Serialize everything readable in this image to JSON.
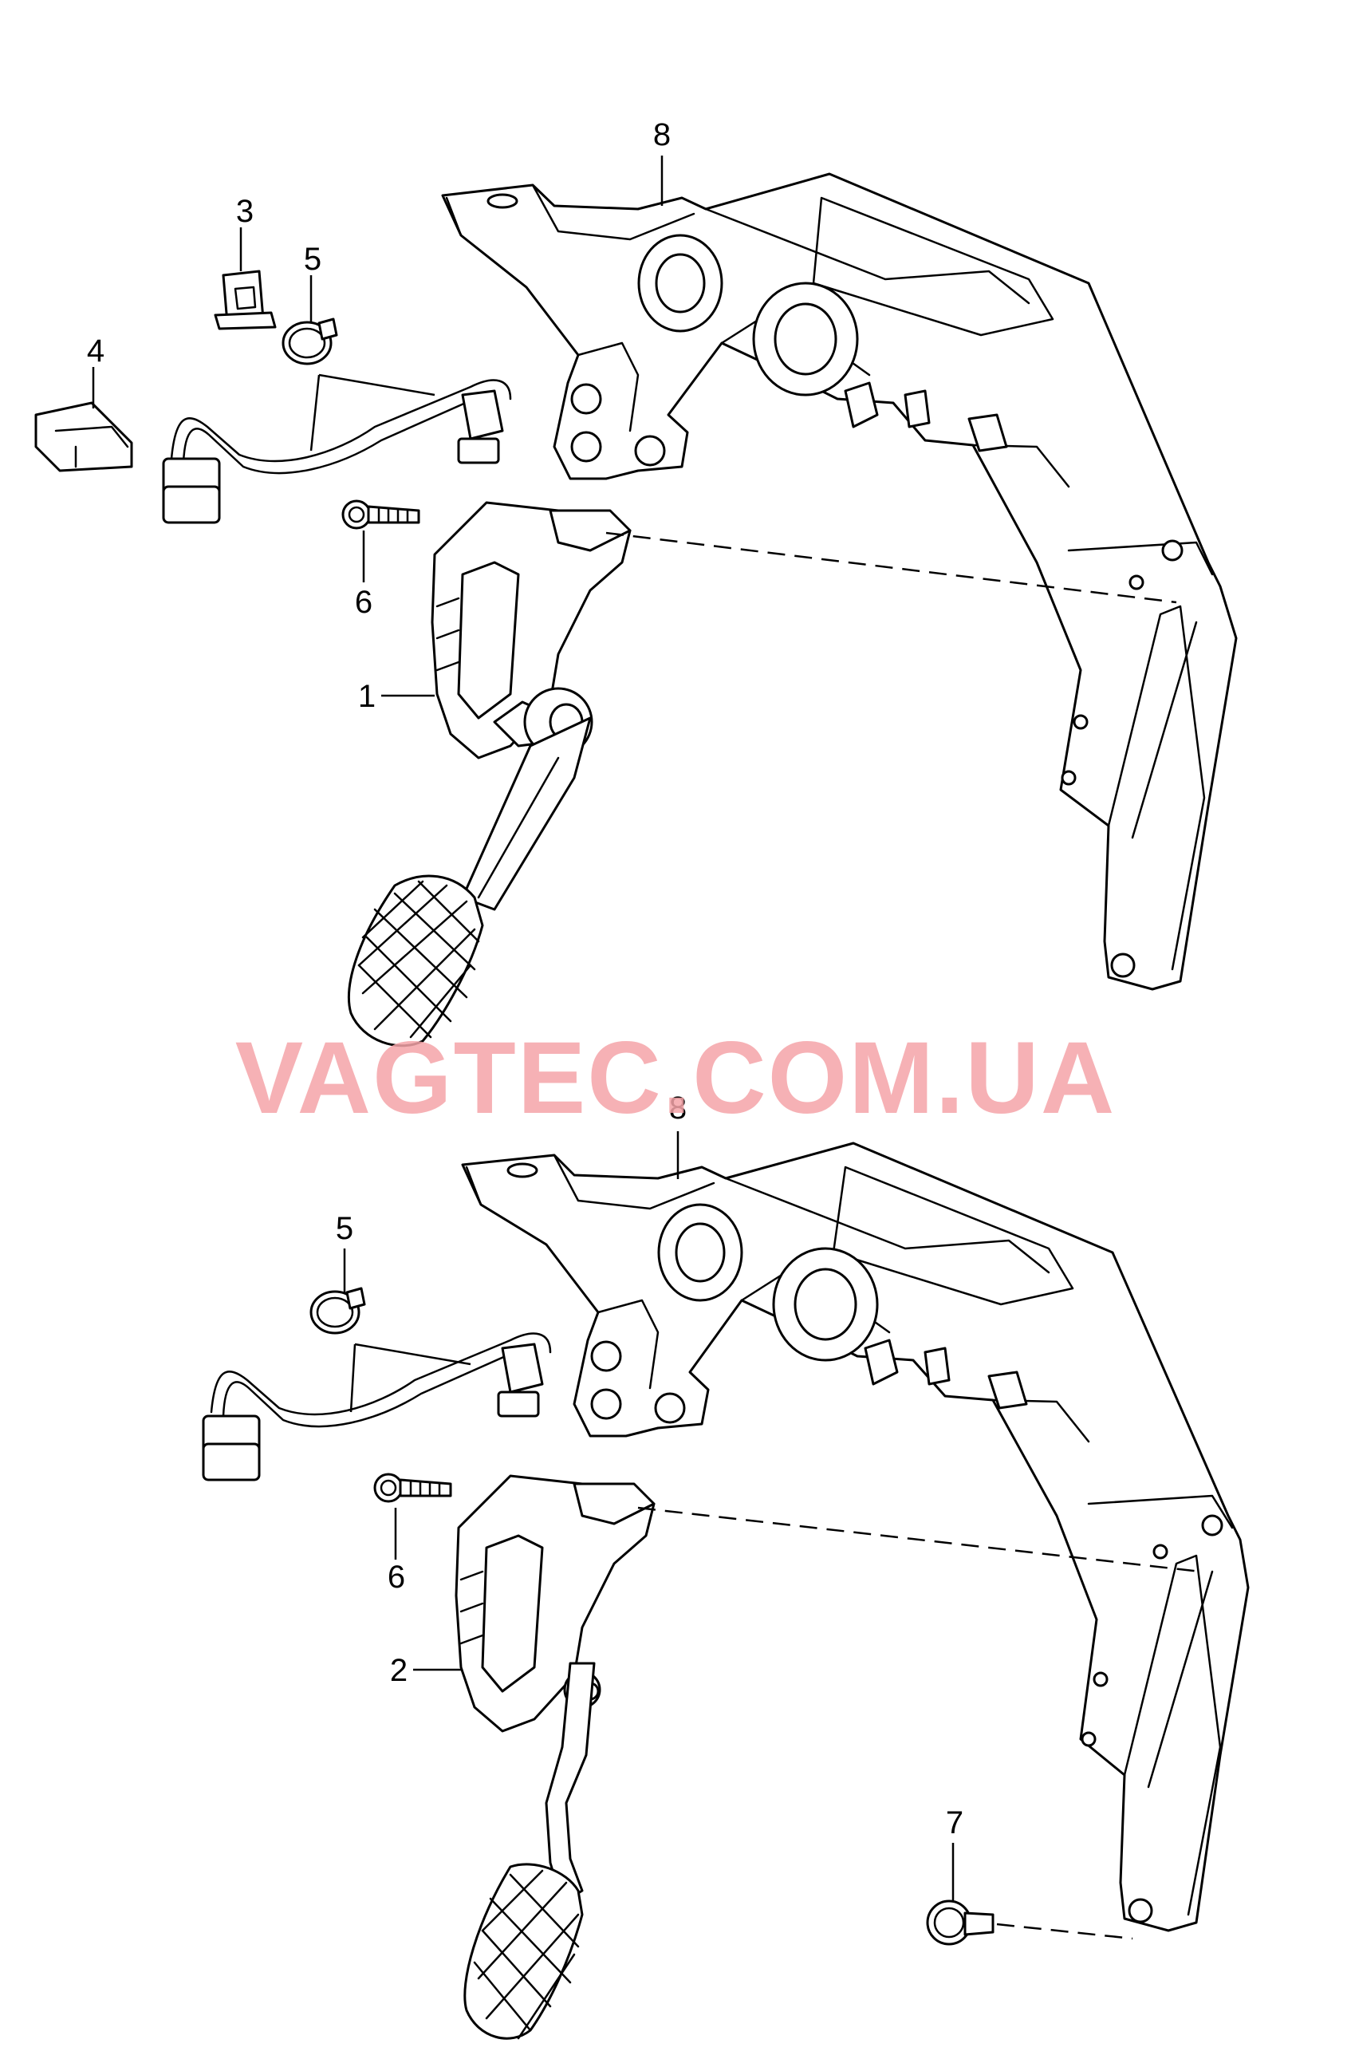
{
  "watermark": {
    "text": "VAGTEC.COM.UA",
    "color": "#f4a3a8"
  },
  "upper_assembly": {
    "callouts": {
      "pedal_module": "1",
      "bracket": "3",
      "connector": "4",
      "clamp": "5",
      "bolt": "6",
      "pedal_bracket": "8"
    }
  },
  "lower_assembly": {
    "callouts": {
      "pedal_module": "2",
      "clamp": "5",
      "bolt": "6",
      "stop_buffer": "7",
      "pedal_bracket": "8"
    }
  },
  "icons": [
    "bolt-icon",
    "connector-icon",
    "clamp-icon",
    "pedal-icon",
    "bracket-icon"
  ],
  "colors": {
    "line": "#000000",
    "background": "#ffffff"
  }
}
